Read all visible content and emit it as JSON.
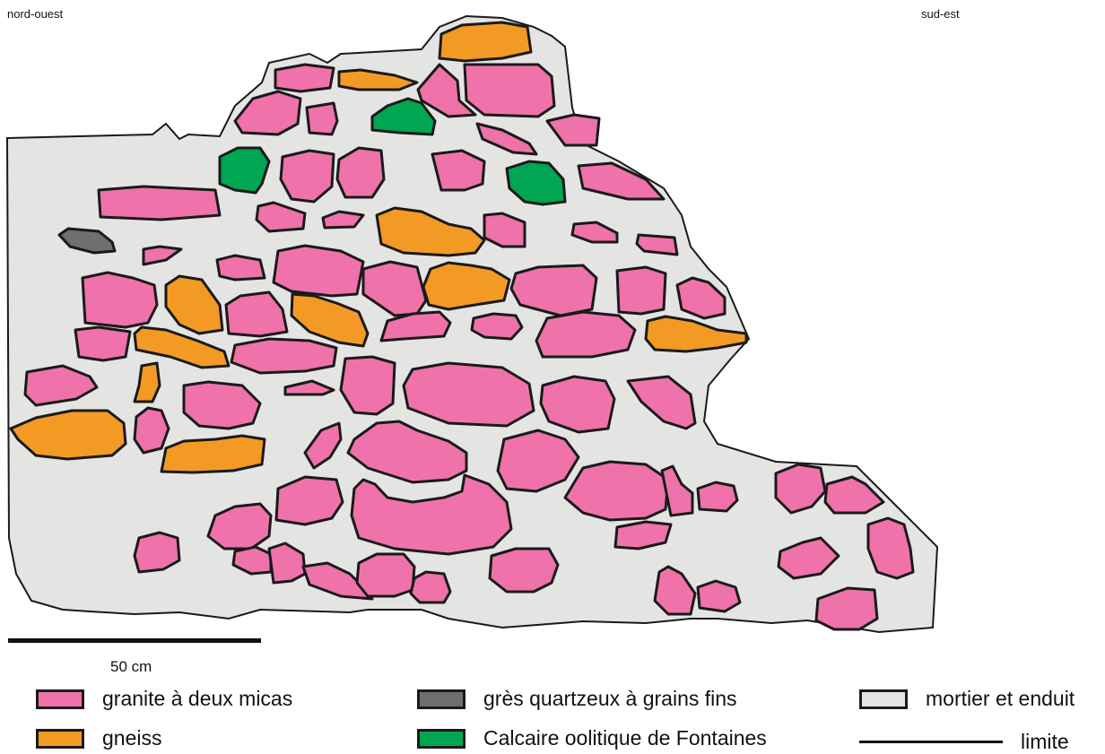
{
  "orientation": {
    "left": "nord-ouest",
    "right": "sud-est"
  },
  "scale": {
    "label": "50 cm"
  },
  "colors": {
    "granite": "#ef72ab",
    "gneiss": "#f39a25",
    "gres": "#6f6f71",
    "calcaire": "#00a651",
    "mortier": "#e4e4e3",
    "outline": "#1a1a1a"
  },
  "legend": [
    {
      "label": "granite à deux micas",
      "color": "#ef72ab",
      "kind": "granite"
    },
    {
      "label": "gneiss",
      "color": "#f39a25",
      "kind": "gneiss"
    },
    {
      "label": "grès quartzeux à grains fins",
      "color": "#6f6f71",
      "kind": "gres"
    },
    {
      "label": "Calcaire oolitique de Fontaines",
      "color": "#00a651",
      "kind": "calcaire"
    },
    {
      "label": "mortier et enduit",
      "color": "#e4e4e3",
      "kind": "mortier"
    },
    {
      "label": "limite",
      "kind": "limite"
    }
  ]
}
